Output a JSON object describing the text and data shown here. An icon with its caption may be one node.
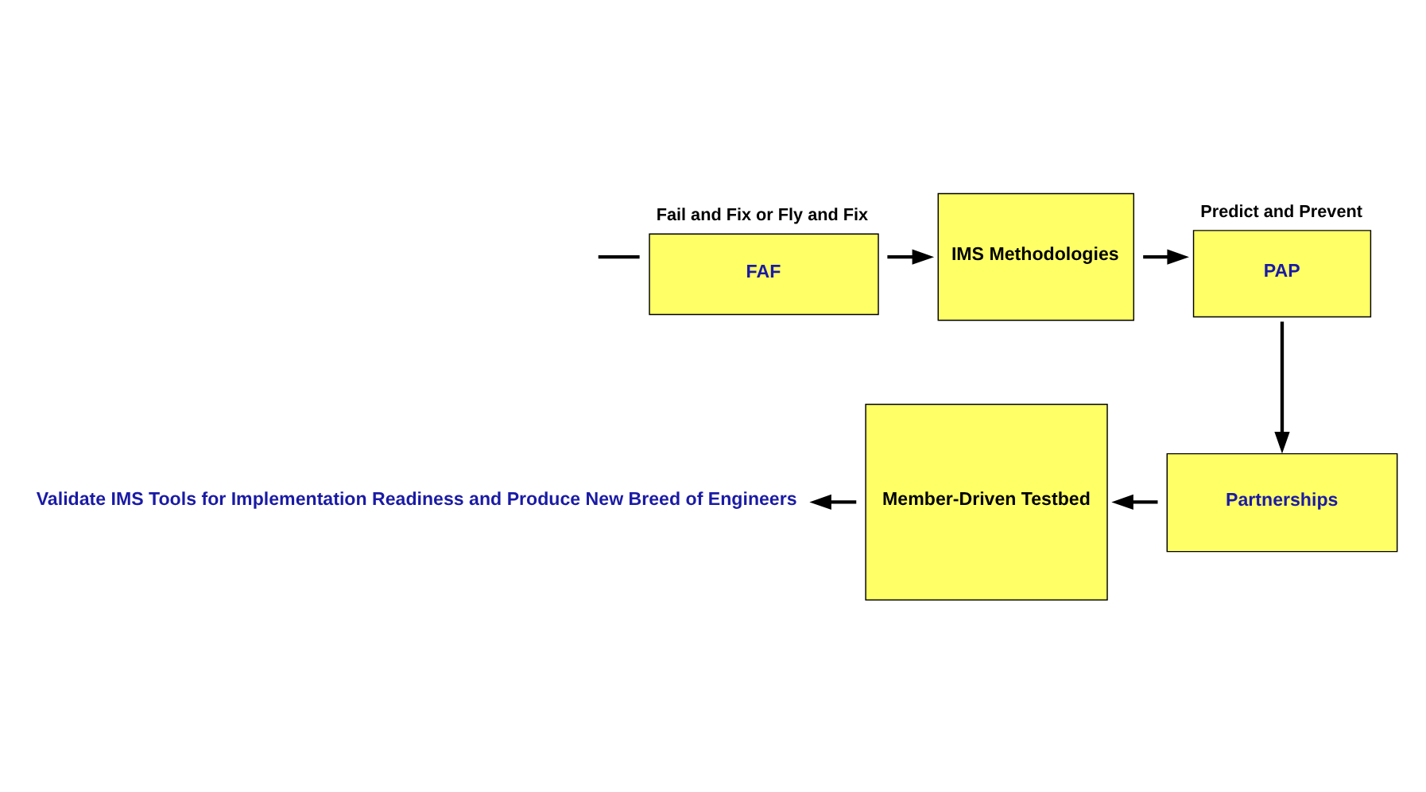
{
  "diagram": {
    "nodes": [
      {
        "text": [
          "FAF"
        ],
        "beside": [
          "Fail and Fix or Fly and Fix"
        ]
      },
      {
        "text": [
          "IMS Methodologies"
        ]
      },
      {
        "text": [
          "PAP"
        ],
        "beside": [
          "Predict and Prevent"
        ]
      },
      {
        "text": [
          "Partnerships"
        ]
      },
      {
        "text": [
          "Member-Driven Testbed"
        ]
      },
      {
        "text": [
          "Validate IMS Tools for Implementation Readiness and Produce New Breed of Engineers"
        ]
      }
    ],
    "edges": [
      {
        "from": null,
        "to": 0,
        "arrow": "none"
      },
      {
        "from": 0,
        "to": 1,
        "arrow": "to"
      },
      {
        "from": 1,
        "to": 2,
        "arrow": "to"
      },
      {
        "from": 2,
        "to": 3,
        "arrow": "to"
      },
      {
        "from": 3,
        "to": 4,
        "arrow": "to"
      },
      {
        "from": 4,
        "to": 5,
        "arrow": "to"
      }
    ]
  }
}
